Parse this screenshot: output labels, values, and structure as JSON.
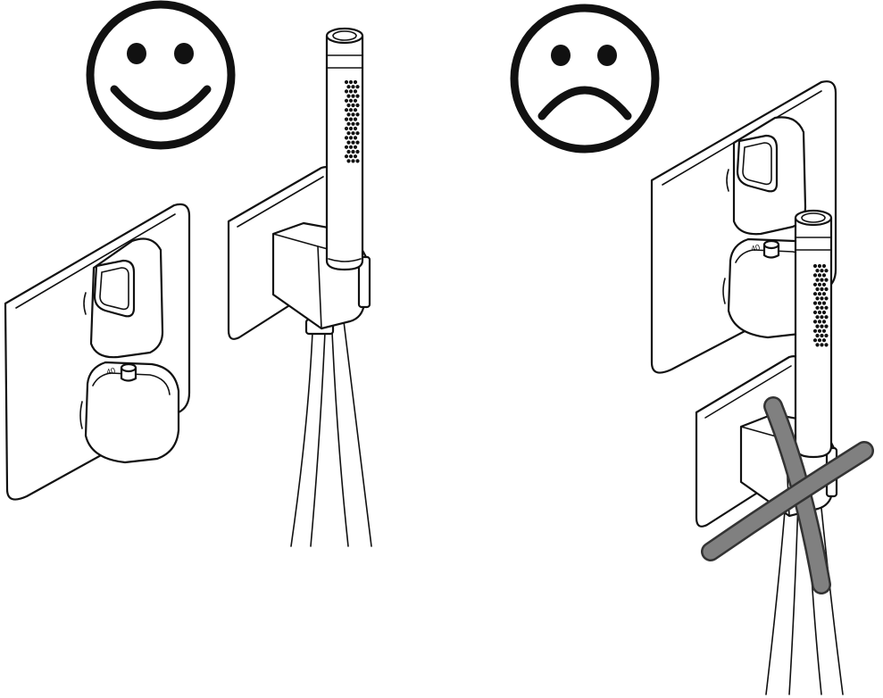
{
  "left_example": {
    "face": "happy",
    "meaning": "correct",
    "temperature_label": "40"
  },
  "right_example": {
    "face": "sad",
    "meaning": "incorrect",
    "temperature_label": "40",
    "cross_color": "#808080"
  },
  "line_color": "#111111"
}
